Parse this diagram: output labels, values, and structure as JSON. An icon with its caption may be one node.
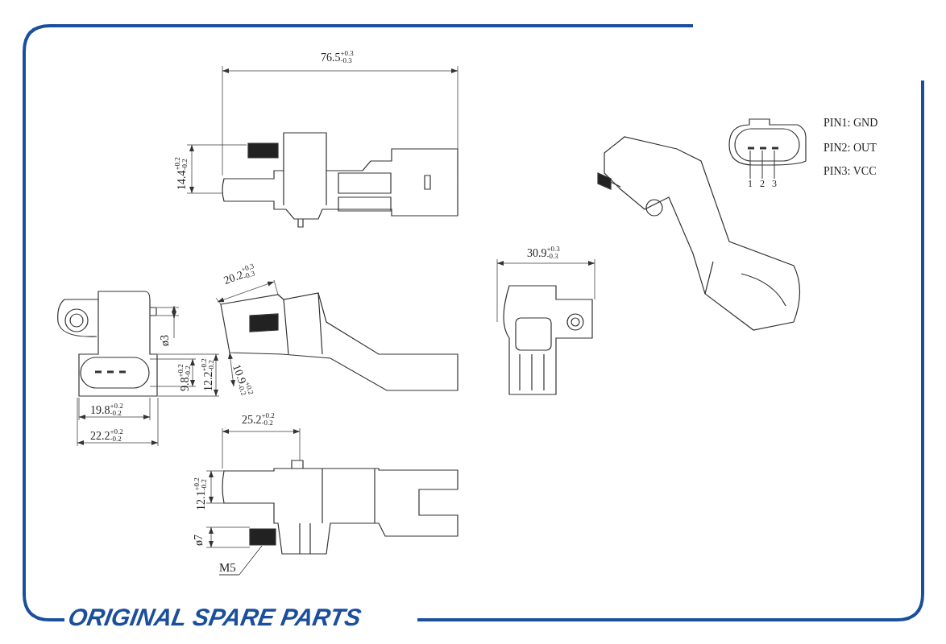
{
  "diagram": {
    "nodes": [
      {
        "text": [
          "M5"
        ]
      },
      {
        "text": [
          "1"
        ]
      },
      {
        "text": [
          "2"
        ]
      },
      {
        "text": [
          "3"
        ]
      }
    ],
    "edges": [
      {
        "from": 0,
        "to": null,
        "arrow": "none"
      },
      {
        "from": 1,
        "to": null,
        "arrow": "none"
      },
      {
        "from": 2,
        "to": null,
        "arrow": "none"
      },
      {
        "from": 3,
        "to": null,
        "arrow": "none"
      }
    ],
    "labels": [
      "76.5$^{+0.3}$$_{-0.3}$",
      "14.4$^{+0.2}$$_{-0.2}$",
      "PIN1: GND",
      "PIN2: OUT",
      "PIN3: VCC",
      "20.2$^{+0.3}$$_{-0.3}$",
      "30.9$^{+0.3}$$_{-0.3}$",
      "ø3",
      "9.8$^{+0.2}$$_{-0.2}$",
      "12.2$^{+0.2}$$_{-0.2}$",
      "10.9$^{+0.2}$$_{-0.2}$",
      "19.8$^{+0.2}$$_{-0.2}$",
      "22.2$^{+0.2}$$_{-0.2}$",
      "25.2$^{+0.2}$$_{-0.2}$",
      "12.1$^{+0.2}$$_{-0.2}$",
      "ø7",
      "ORIGINAL SPARE PARTS"
    ]
  }
}
